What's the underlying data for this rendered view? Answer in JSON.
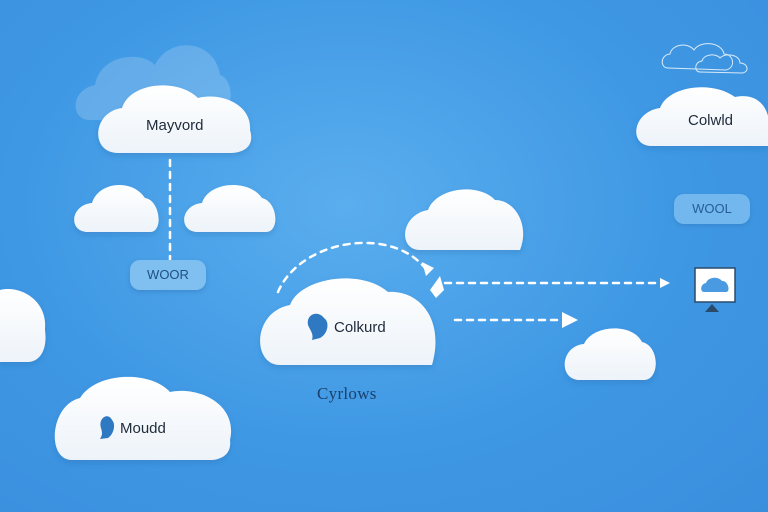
{
  "labels": {
    "cloud_top_left": "Mayvord",
    "cloud_top_right": "Colwld",
    "cloud_center": "Colkurd",
    "cloud_bottom_left": "Moudd",
    "chip_left": "WOOR",
    "chip_right": "WOOL",
    "caption_center": "Cyrlows"
  },
  "colors": {
    "background": "#4aa2e8",
    "cloud": "#ffffff",
    "cloud_shade": "#e3eef8",
    "connector": "#ffffff",
    "chip": "#7fc0f1",
    "text": "#1f2a3a"
  },
  "icons": [
    "person-icon",
    "person-icon",
    "monitor-icon",
    "cloud-outline-icon",
    "arrow-head-icon"
  ]
}
